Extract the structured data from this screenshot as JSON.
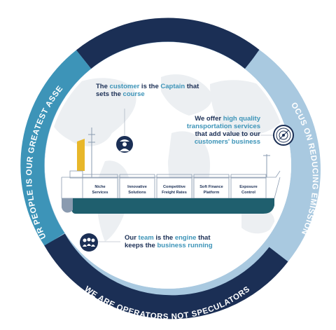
{
  "ring": {
    "top": "FOCUS ON REDUCING EMISSIONS",
    "right": "FOCUS ON REDUCING EMISSIONS",
    "left": "OUR PEOPLE IS OUR GREATEST ASSET",
    "bottom": "WE ARE OPERATORS NOT SPECULATORS"
  },
  "callouts": {
    "captain": {
      "p1": "The ",
      "p2": "customer",
      "p3": " is the ",
      "p4": "Captain",
      "p5": " that sets the ",
      "p6": "course"
    },
    "services": {
      "p1": "We offer ",
      "p2": "high quality transportation services",
      "p3": " that add value to our ",
      "p4": "customers' business"
    },
    "team": {
      "p1": "Our ",
      "p2": "team",
      "p3": " is the ",
      "p4": "engine",
      "p5": " that keeps the ",
      "p6": "business running"
    }
  },
  "holds": [
    [
      "Niche",
      "Services"
    ],
    [
      "Innovative",
      "Solutions"
    ],
    [
      "Competitive",
      "Freight Rates"
    ],
    [
      "Soft Finance",
      "Platform"
    ],
    [
      "Exposure",
      "Control"
    ]
  ],
  "colors": {
    "navy": "#1b2f55",
    "mid_blue": "#3d94b8",
    "light_blue": "#a9c9e0",
    "teal_hull": "#1f5f6e",
    "funnel_yellow": "#e8b72a"
  },
  "icons": [
    "captain-icon",
    "target-icon",
    "team-icon"
  ]
}
